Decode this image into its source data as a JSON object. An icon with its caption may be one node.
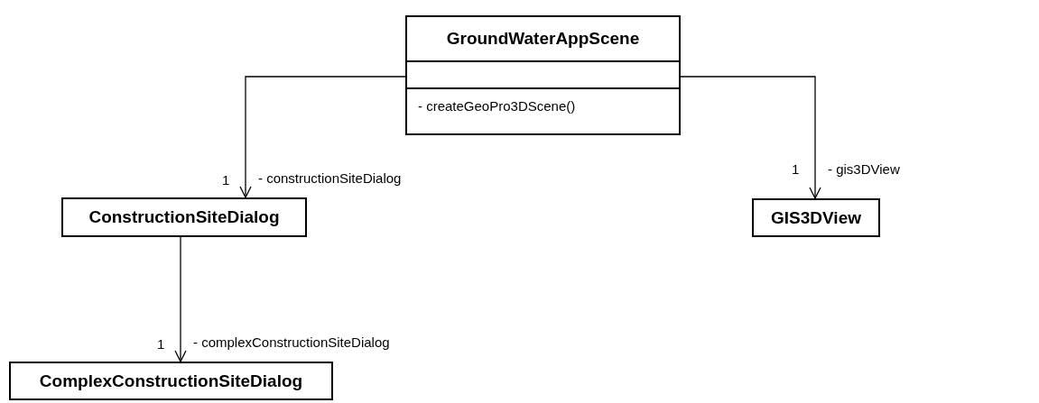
{
  "diagram": {
    "nodes": [
      {
        "text": [
          "GroundWaterAppScene",
          "- createGeoPro3DScene()"
        ]
      },
      {
        "text": [
          "ConstructionSiteDialog"
        ]
      },
      {
        "text": [
          "GIS3DView"
        ]
      },
      {
        "text": [
          "ComplexConstructionSiteDialog"
        ]
      }
    ],
    "edges": [
      {
        "from": 0,
        "to": 1,
        "arrow": "to",
        "label": "- constructionSiteDialog"
      },
      {
        "from": 0,
        "to": 2,
        "arrow": "to",
        "label": "- gis3DView"
      },
      {
        "from": 1,
        "to": 3,
        "arrow": "to",
        "label": "- complexConstructionSiteDialog"
      }
    ],
    "labels": [
      "1",
      "1",
      "1"
    ]
  }
}
